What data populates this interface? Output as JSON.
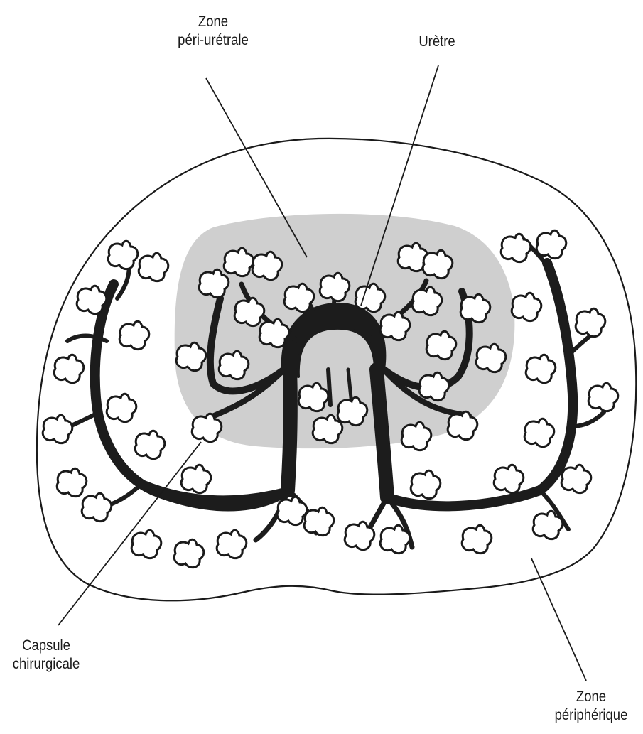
{
  "labels": {
    "periurethral": {
      "line1": "Zone",
      "line2": "péri-urétrale"
    },
    "urethra": {
      "line1": "Urètre"
    },
    "capsule": {
      "line1": "Capsule",
      "line2": "chirurgicale"
    },
    "peripheral": {
      "line1": "Zone",
      "line2": "périphérique"
    }
  },
  "colors": {
    "outline": "#1a1a1a",
    "duct": "#1c1c1c",
    "transition_zone": "#cfcfcf",
    "background": "#ffffff"
  }
}
